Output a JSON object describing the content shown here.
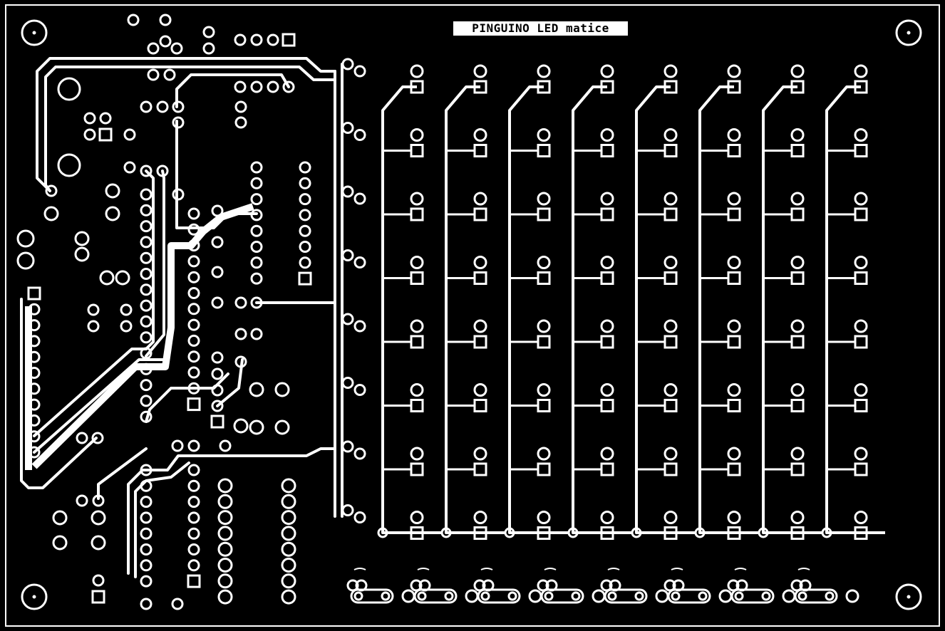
{
  "board": {
    "title": "PINGUINO LED matice",
    "background_color": "#000000",
    "copper_color": "#ffffff"
  },
  "led_matrix": {
    "columns": 8,
    "rows": 8
  },
  "icons": [
    "mounting-hole-icon",
    "pad-round-icon",
    "pad-square-icon",
    "trace-icon"
  ]
}
